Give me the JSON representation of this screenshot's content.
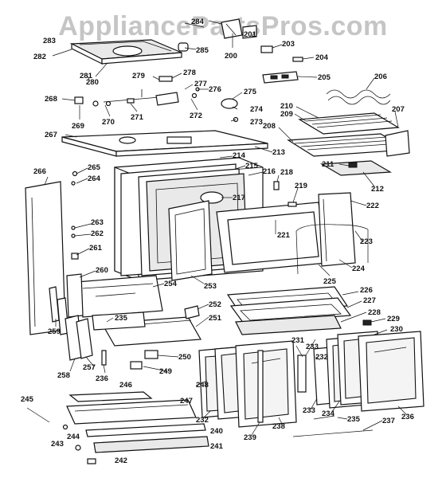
{
  "watermark": "AppliancePartsPros.com",
  "callouts": {
    "c200": "200",
    "c201": "201",
    "c203": "203",
    "c204": "204",
    "c205": "205",
    "c206": "206",
    "c207": "207",
    "c208": "208",
    "c209": "209",
    "c210": "210",
    "c211": "211",
    "c212": "212",
    "c213": "213",
    "c214": "214",
    "c215": "215",
    "c216": "216",
    "c217": "217",
    "c218": "218",
    "c219": "219",
    "c221": "221",
    "c222": "222",
    "c223": "223",
    "c224": "224",
    "c225": "225",
    "c226": "226",
    "c227": "227",
    "c228": "228",
    "c229": "229",
    "c230": "230",
    "c231": "231",
    "c232a": "232",
    "c232b": "232",
    "c233": "233",
    "c234": "234",
    "c235a": "235",
    "c235b": "235",
    "c236a": "236",
    "c236b": "236",
    "c237": "237",
    "c238": "238",
    "c239": "239",
    "c240": "240",
    "c241": "241",
    "c242": "242",
    "c243": "243",
    "c244": "244",
    "c245": "245",
    "c246": "246",
    "c247": "247",
    "c248": "248",
    "c249": "249",
    "c250": "250",
    "c251": "251",
    "c252": "252",
    "c253": "253",
    "c254": "254",
    "c257": "257",
    "c258": "258",
    "c259": "259",
    "c260": "260",
    "c261": "261",
    "c262": "262",
    "c263": "263",
    "c264": "264",
    "c265": "265",
    "c266": "266",
    "c267": "267",
    "c268": "268",
    "c269": "269",
    "c270": "270",
    "c271": "271",
    "c272": "272",
    "c273": "273",
    "c274": "274",
    "c275": "275",
    "c276": "276",
    "c277": "277",
    "c278": "278",
    "c279": "279",
    "c280": "280",
    "c281": "281",
    "c282": "282",
    "c283": "283",
    "c284": "284",
    "c285": "285"
  }
}
